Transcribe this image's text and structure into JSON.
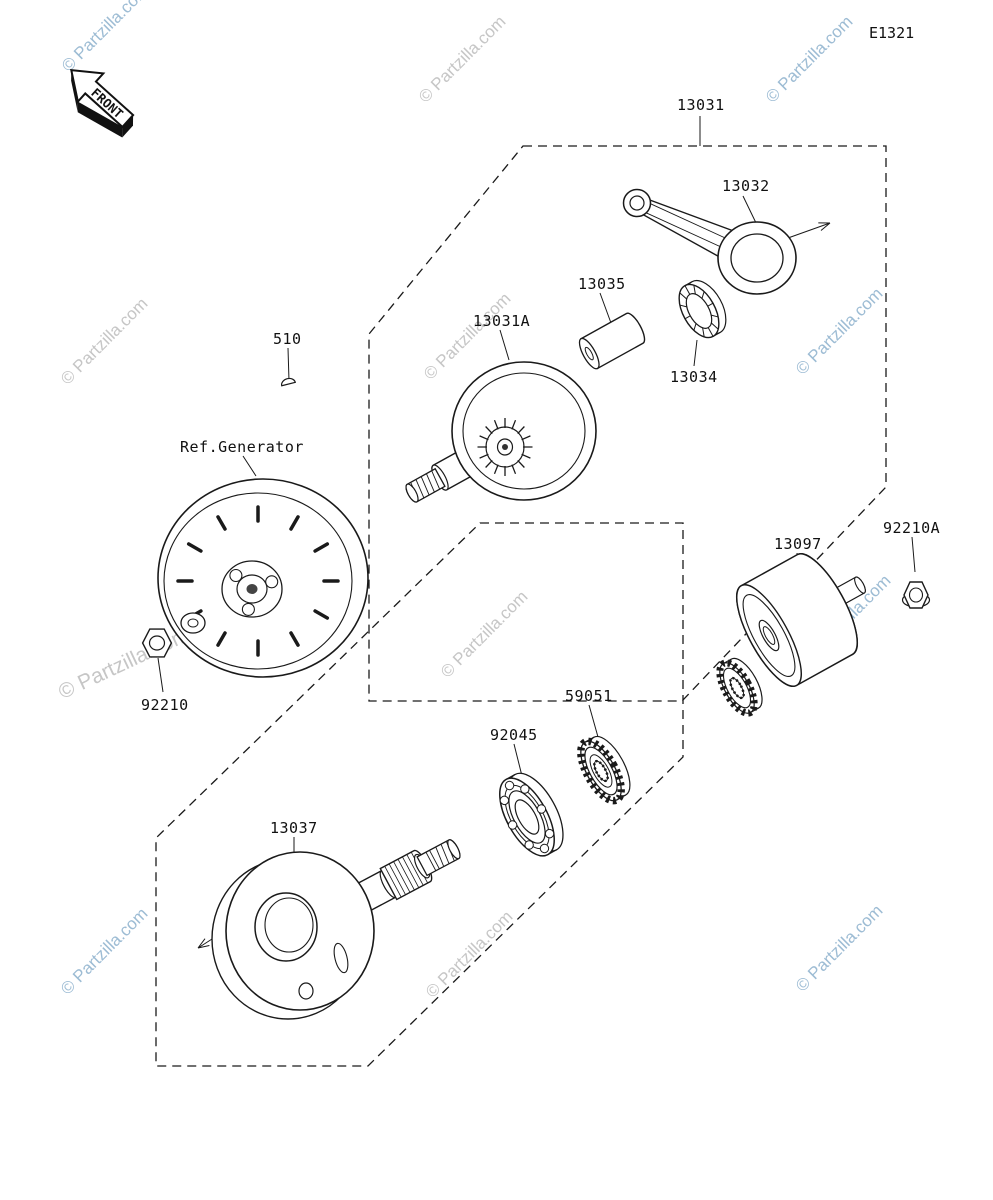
{
  "page": {
    "code": "E1321",
    "front_label": "FRONT",
    "watermark_text": "© Partzilla.com"
  },
  "labels": {
    "part_13031": "13031",
    "part_13032": "13032",
    "part_13035": "13035",
    "part_13034": "13034",
    "part_13031a": "13031A",
    "part_510": "510",
    "ref_generator": "Ref.Generator",
    "part_92210": "92210",
    "part_92210a": "92210A",
    "part_13097": "13097",
    "part_59051": "59051",
    "part_92045": "92045",
    "part_13037": "13037"
  }
}
